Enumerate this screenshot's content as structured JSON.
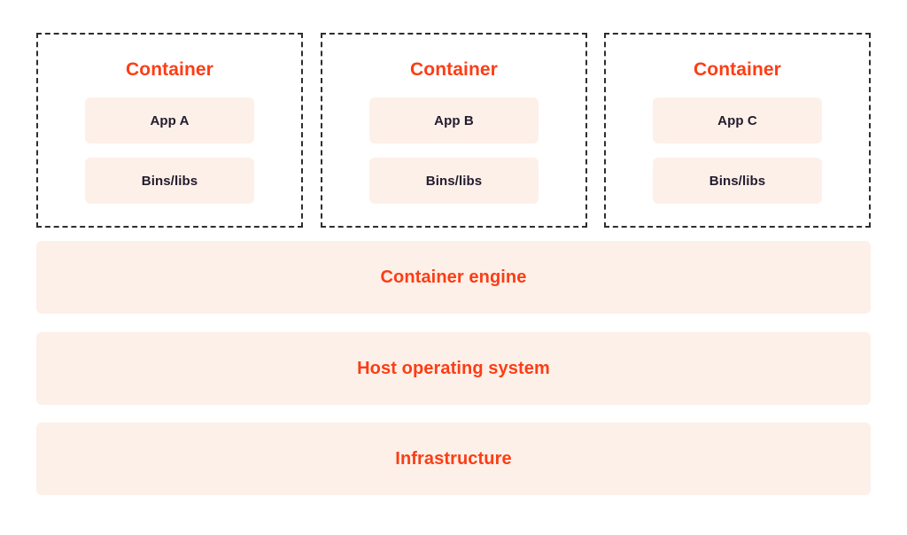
{
  "diagram": {
    "title_hidden": "",
    "colors": {
      "accent": "#fc3d15",
      "panel_fill": "#fdf0e8",
      "dark_text": "#231b2e",
      "border": "#2d2d33",
      "background": "#ffffff"
    },
    "containers": [
      {
        "title": "Container",
        "app_label": "App A",
        "libs_label": "Bins/libs"
      },
      {
        "title": "Container",
        "app_label": "App B",
        "libs_label": "Bins/libs"
      },
      {
        "title": "Container",
        "app_label": "App C",
        "libs_label": "Bins/libs"
      }
    ],
    "stack_layers": [
      {
        "label": "Container engine"
      },
      {
        "label": "Host operating system"
      },
      {
        "label": "Infrastructure"
      }
    ]
  }
}
